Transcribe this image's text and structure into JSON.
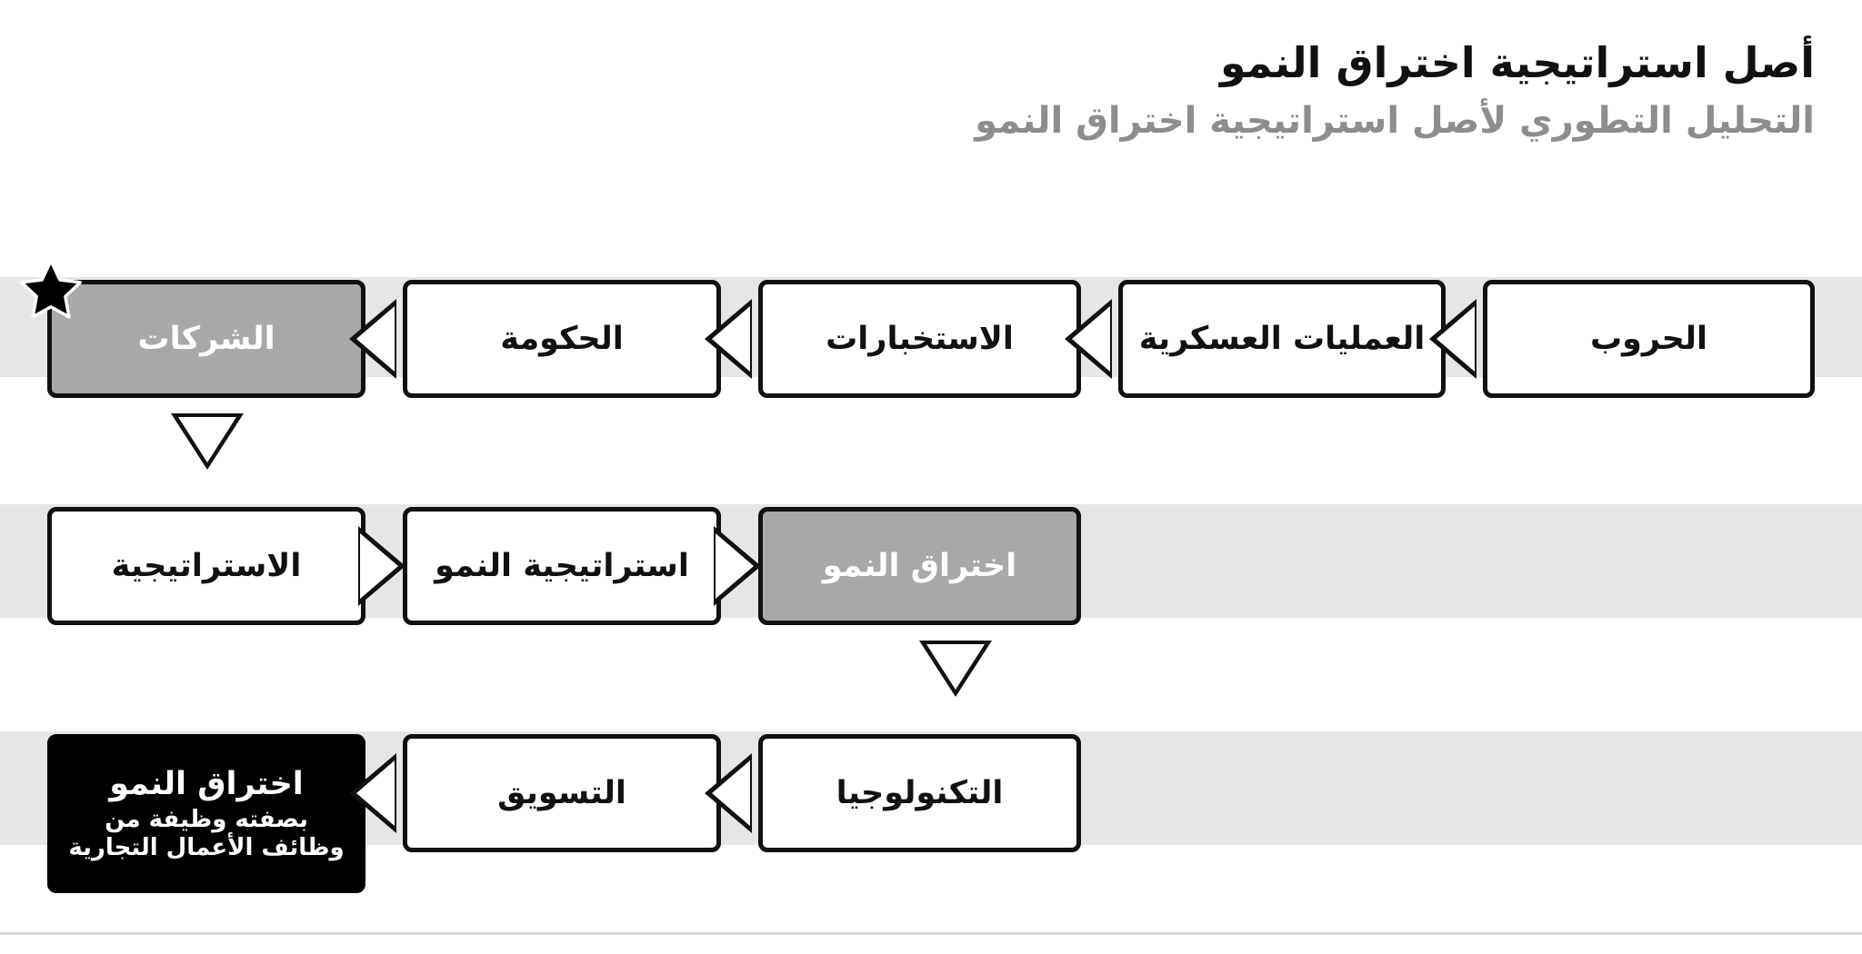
{
  "header": {
    "title": "أصل استراتيجية اختراق النمو",
    "subtitle": "التحليل التطوري لأصل استراتيجية اختراق النمو"
  },
  "colors": {
    "text": "#111111",
    "subtitle": "#8d8d8d",
    "band": "#e6e6e6",
    "highlight_gray": "#a8a8a8",
    "highlight_black": "#000000",
    "box_fill": "#ffffff",
    "border": "#111111"
  },
  "chart_data": {
    "type": "diagram",
    "title": "أصل استراتيجية اختراق النمو",
    "subtitle": "التحليل التطوري لأصل استراتيجية اختراق النمو",
    "direction": "rtl",
    "rows": [
      {
        "id": "row-1",
        "flow_direction": "right-to-left",
        "nodes": [
          {
            "id": "r1-n1",
            "label": "الشركات",
            "style": "gray",
            "starred": true
          },
          {
            "id": "r1-n2",
            "label": "الحكومة",
            "style": "white",
            "starred": false
          },
          {
            "id": "r1-n3",
            "label": "الاستخبارات",
            "style": "white",
            "starred": false
          },
          {
            "id": "r1-n4",
            "label": "العمليات العسكرية",
            "style": "white",
            "starred": false
          },
          {
            "id": "r1-n5",
            "label": "الحروب",
            "style": "white",
            "starred": false
          }
        ]
      },
      {
        "id": "row-2",
        "flow_direction": "left-to-right",
        "nodes": [
          {
            "id": "r2-n1",
            "label": "الاستراتيجية",
            "style": "white",
            "starred": false
          },
          {
            "id": "r2-n2",
            "label": "استراتيجية النمو",
            "style": "white",
            "starred": false
          },
          {
            "id": "r2-n3",
            "label": "اختراق النمو",
            "style": "gray",
            "starred": false
          }
        ]
      },
      {
        "id": "row-3",
        "flow_direction": "right-to-left",
        "nodes": [
          {
            "id": "r3-n1",
            "label": "اختراق النمو",
            "sublabel": "بصفته وظيفة من وظائف الأعمال التجارية",
            "style": "black",
            "starred": false
          },
          {
            "id": "r3-n2",
            "label": "التسويق",
            "style": "white",
            "starred": false
          },
          {
            "id": "r3-n3",
            "label": "التكنولوجيا",
            "style": "white",
            "starred": false
          }
        ]
      }
    ],
    "connectors": [
      {
        "id": "c-r1-5to4",
        "type": "arrow-left"
      },
      {
        "id": "c-r1-4to3",
        "type": "arrow-left"
      },
      {
        "id": "c-r1-3to2",
        "type": "arrow-left"
      },
      {
        "id": "c-r1-2to1",
        "type": "arrow-left"
      },
      {
        "id": "c-r1tor2",
        "type": "arrow-down"
      },
      {
        "id": "c-r2-1to2",
        "type": "arrow-right"
      },
      {
        "id": "c-r2-2to3",
        "type": "arrow-right"
      },
      {
        "id": "c-r2tor3",
        "type": "arrow-down"
      },
      {
        "id": "c-r3-3to2",
        "type": "arrow-left"
      },
      {
        "id": "c-r3-2to1",
        "type": "arrow-left"
      }
    ],
    "markers": [
      {
        "id": "star-corporations",
        "icon": "star-icon",
        "attached_to": "r1-n1"
      }
    ]
  }
}
